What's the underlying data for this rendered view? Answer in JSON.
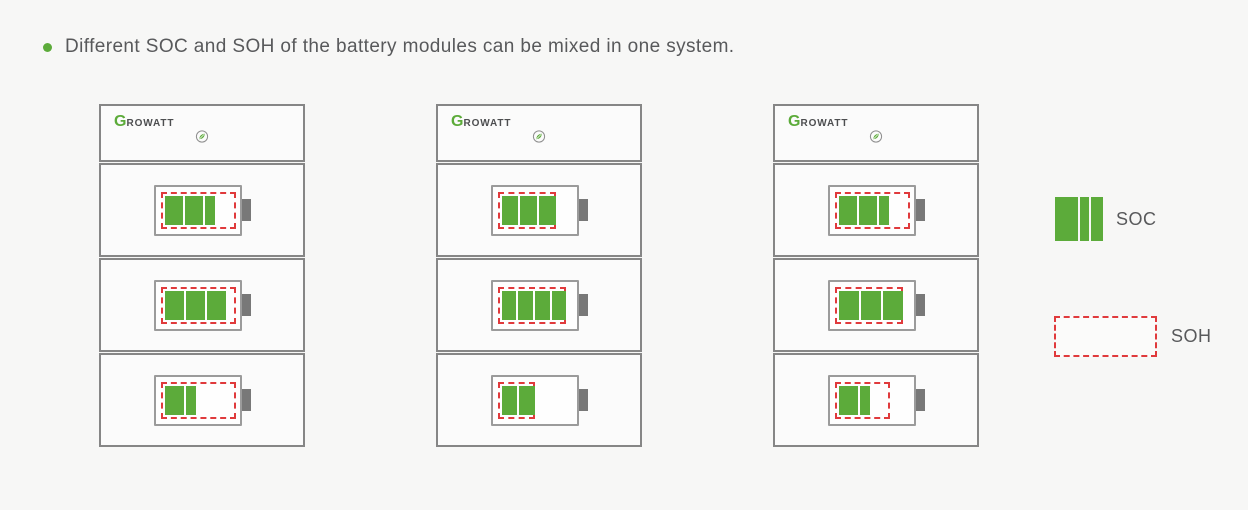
{
  "title": {
    "text": "Different SOC and SOH of the battery modules can be mixed in one system."
  },
  "brand": {
    "logo_g": "G",
    "logo_rest": "ROWATT"
  },
  "colors": {
    "page_bg": "#f7f7f6",
    "soc_green": "#5cab3a",
    "soh_red": "#e03a3c",
    "cabinet_border": "#868686",
    "battery_border": "#9b9b9b",
    "terminal_gray": "#787878",
    "text_gray": "#58595b"
  },
  "cabinets": [
    {
      "id": "cabinet-1",
      "modules": [
        {
          "soh_pct": 90,
          "soc_pct": 63,
          "bars": [
            1,
            1,
            0.5
          ]
        },
        {
          "soh_pct": 90,
          "soc_pct": 77,
          "bars": [
            1,
            1,
            1
          ]
        },
        {
          "soh_pct": 90,
          "soc_pct": 39,
          "bars": [
            1,
            0.5
          ]
        }
      ]
    },
    {
      "id": "cabinet-2",
      "modules": [
        {
          "soh_pct": 70,
          "soc_pct": 70,
          "bars": [
            1,
            1,
            1
          ]
        },
        {
          "soh_pct": 82,
          "soc_pct": 82,
          "bars": [
            1,
            1,
            1,
            1
          ]
        },
        {
          "soh_pct": 45,
          "soc_pct": 45,
          "bars": [
            1,
            1
          ]
        }
      ]
    },
    {
      "id": "cabinet-3",
      "modules": [
        {
          "soh_pct": 90,
          "soc_pct": 63,
          "bars": [
            1,
            1,
            0.5
          ]
        },
        {
          "soh_pct": 81,
          "soc_pct": 81,
          "bars": [
            1,
            1,
            1
          ]
        },
        {
          "soh_pct": 66,
          "soc_pct": 41,
          "bars": [
            1,
            0.5
          ]
        }
      ]
    }
  ],
  "legend": {
    "soc_label": "SOC",
    "soh_label": "SOH"
  }
}
